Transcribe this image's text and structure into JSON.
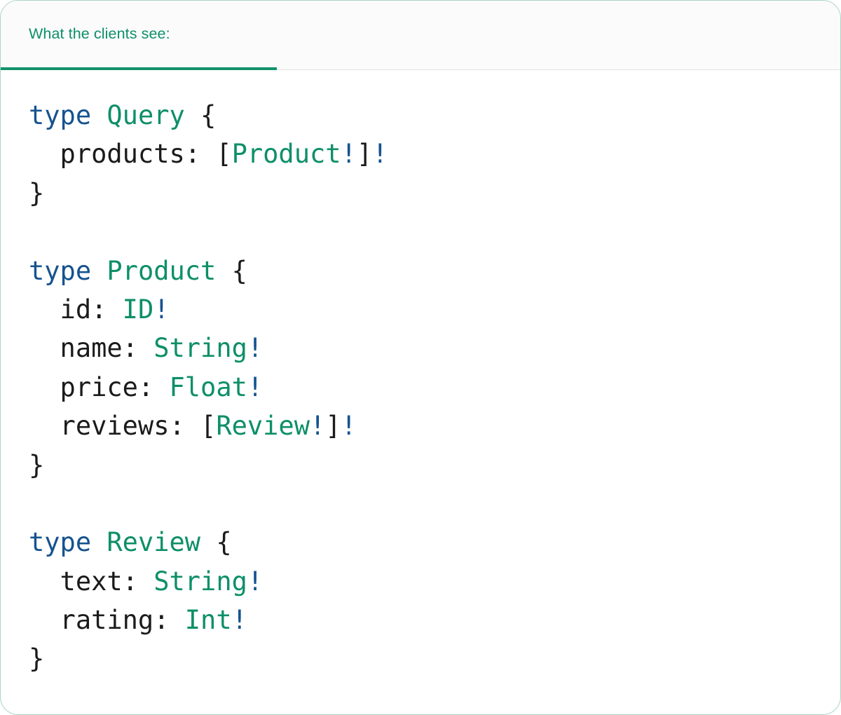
{
  "card": {
    "border_color": "#a8d5c1",
    "background": "#ffffff"
  },
  "header": {
    "tab_label": "What the clients see:",
    "tab_active": true,
    "accent_color": "#13916c",
    "text_color": "#0e8f68",
    "background": "#fbfbfc"
  },
  "theme": {
    "keyword_color": "#15538f",
    "typename_color": "#0d8f68",
    "punctuation_color": "#1b1b1b",
    "field_color": "#1b1b1b",
    "bang_color": "#15538f"
  },
  "code": {
    "language": "graphql",
    "raw": "type Query {\n  products: [Product!]!\n}\n\ntype Product {\n  id: ID!\n  name: String!\n  price: Float!\n  reviews: [Review!]!\n}\n\ntype Review {\n  text: String!\n  rating: Int!\n}",
    "lines": [
      {
        "id": "l1",
        "tokens": [
          {
            "t": "type",
            "c": "kw"
          },
          {
            "t": " ",
            "c": "punct"
          },
          {
            "t": "Query",
            "c": "type"
          },
          {
            "t": " {",
            "c": "punct"
          }
        ]
      },
      {
        "id": "l2",
        "tokens": [
          {
            "t": "  products",
            "c": "field"
          },
          {
            "t": ": [",
            "c": "punct"
          },
          {
            "t": "Product",
            "c": "type"
          },
          {
            "t": "!",
            "c": "bang"
          },
          {
            "t": "]",
            "c": "punct"
          },
          {
            "t": "!",
            "c": "bang"
          }
        ]
      },
      {
        "id": "l3",
        "tokens": [
          {
            "t": "}",
            "c": "punct"
          }
        ]
      },
      {
        "id": "l4",
        "tokens": []
      },
      {
        "id": "l5",
        "tokens": [
          {
            "t": "type",
            "c": "kw"
          },
          {
            "t": " ",
            "c": "punct"
          },
          {
            "t": "Product",
            "c": "type"
          },
          {
            "t": " {",
            "c": "punct"
          }
        ]
      },
      {
        "id": "l6",
        "tokens": [
          {
            "t": "  id",
            "c": "field"
          },
          {
            "t": ": ",
            "c": "punct"
          },
          {
            "t": "ID",
            "c": "type"
          },
          {
            "t": "!",
            "c": "bang"
          }
        ]
      },
      {
        "id": "l7",
        "tokens": [
          {
            "t": "  name",
            "c": "field"
          },
          {
            "t": ": ",
            "c": "punct"
          },
          {
            "t": "String",
            "c": "type"
          },
          {
            "t": "!",
            "c": "bang"
          }
        ]
      },
      {
        "id": "l8",
        "tokens": [
          {
            "t": "  price",
            "c": "field"
          },
          {
            "t": ": ",
            "c": "punct"
          },
          {
            "t": "Float",
            "c": "type"
          },
          {
            "t": "!",
            "c": "bang"
          }
        ]
      },
      {
        "id": "l9",
        "tokens": [
          {
            "t": "  reviews",
            "c": "field"
          },
          {
            "t": ": [",
            "c": "punct"
          },
          {
            "t": "Review",
            "c": "type"
          },
          {
            "t": "!",
            "c": "bang"
          },
          {
            "t": "]",
            "c": "punct"
          },
          {
            "t": "!",
            "c": "bang"
          }
        ]
      },
      {
        "id": "l10",
        "tokens": [
          {
            "t": "}",
            "c": "punct"
          }
        ]
      },
      {
        "id": "l11",
        "tokens": []
      },
      {
        "id": "l12",
        "tokens": [
          {
            "t": "type",
            "c": "kw"
          },
          {
            "t": " ",
            "c": "punct"
          },
          {
            "t": "Review",
            "c": "type"
          },
          {
            "t": " {",
            "c": "punct"
          }
        ]
      },
      {
        "id": "l13",
        "tokens": [
          {
            "t": "  text",
            "c": "field"
          },
          {
            "t": ": ",
            "c": "punct"
          },
          {
            "t": "String",
            "c": "type"
          },
          {
            "t": "!",
            "c": "bang"
          }
        ]
      },
      {
        "id": "l14",
        "tokens": [
          {
            "t": "  rating",
            "c": "field"
          },
          {
            "t": ": ",
            "c": "punct"
          },
          {
            "t": "Int",
            "c": "type"
          },
          {
            "t": "!",
            "c": "bang"
          }
        ]
      },
      {
        "id": "l15",
        "tokens": [
          {
            "t": "}",
            "c": "punct"
          }
        ]
      }
    ]
  }
}
